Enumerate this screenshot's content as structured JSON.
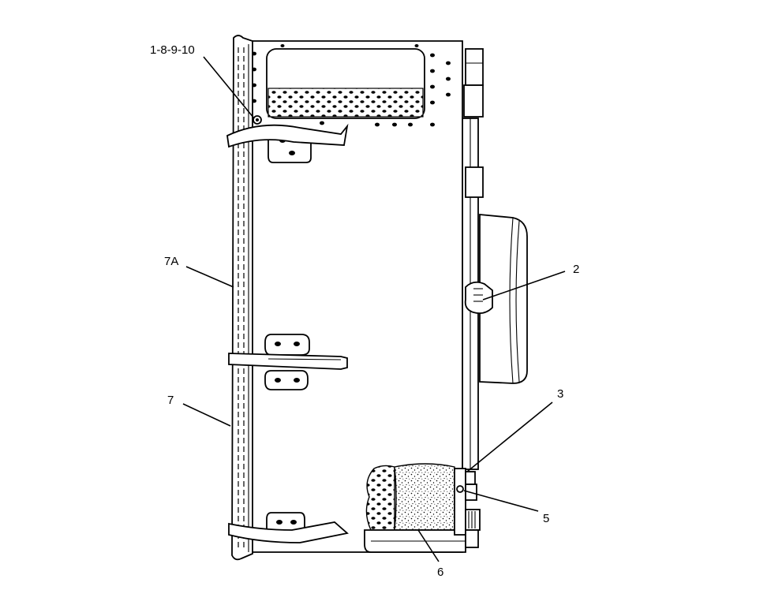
{
  "diagram": {
    "callouts": {
      "c_1_8_9_10": "1-8-9-10",
      "c_7a": "7A",
      "c_2": "2",
      "c_7": "7",
      "c_3": "3",
      "c_5": "5",
      "c_6": "6"
    }
  }
}
